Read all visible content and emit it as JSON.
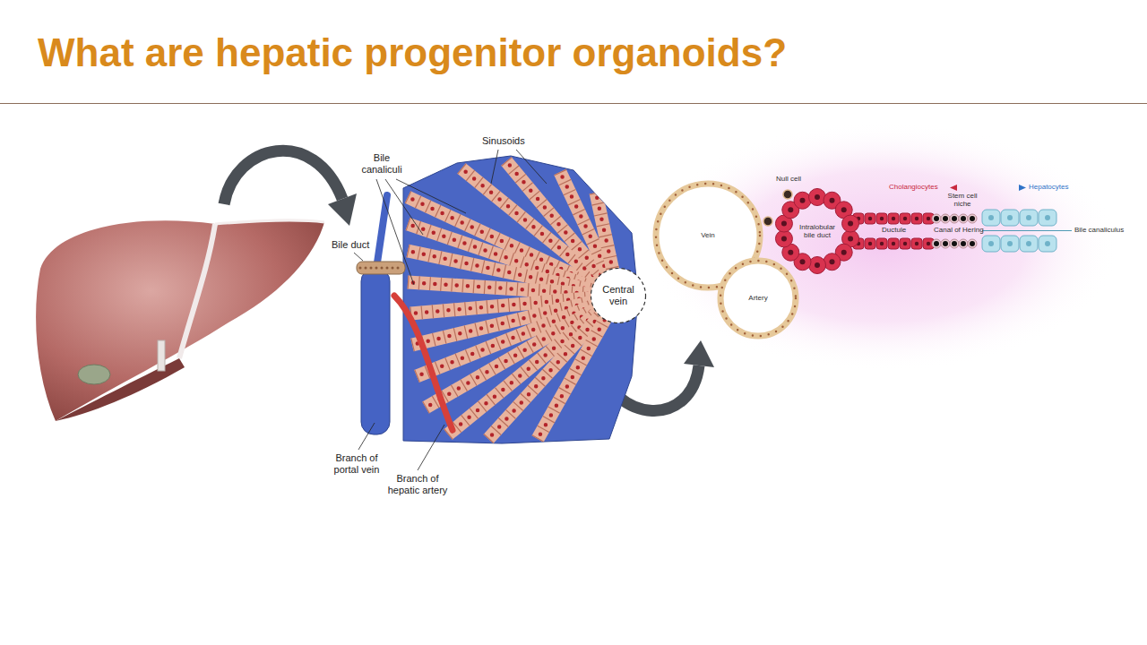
{
  "diagram": {
    "title": "What are hepatic progenitor organoids?",
    "nodes": [
      {
        "text": [
          "Central vein"
        ]
      },
      {
        "text": [
          "Vein"
        ]
      },
      {
        "text": [
          "Intralobular bile duct"
        ]
      },
      {
        "text": [
          "Artery"
        ]
      }
    ],
    "labels": [
      "Sinusoids",
      "Bile canaliculi",
      "Bile duct",
      "Branch of portal vein",
      "Branch of hepatic artery",
      "Null cell",
      "Cholangiocytes",
      "Stem cell niche",
      "Hepatocytes",
      "Ductule",
      "Canal of Hering",
      "Bile canaliculus"
    ]
  }
}
